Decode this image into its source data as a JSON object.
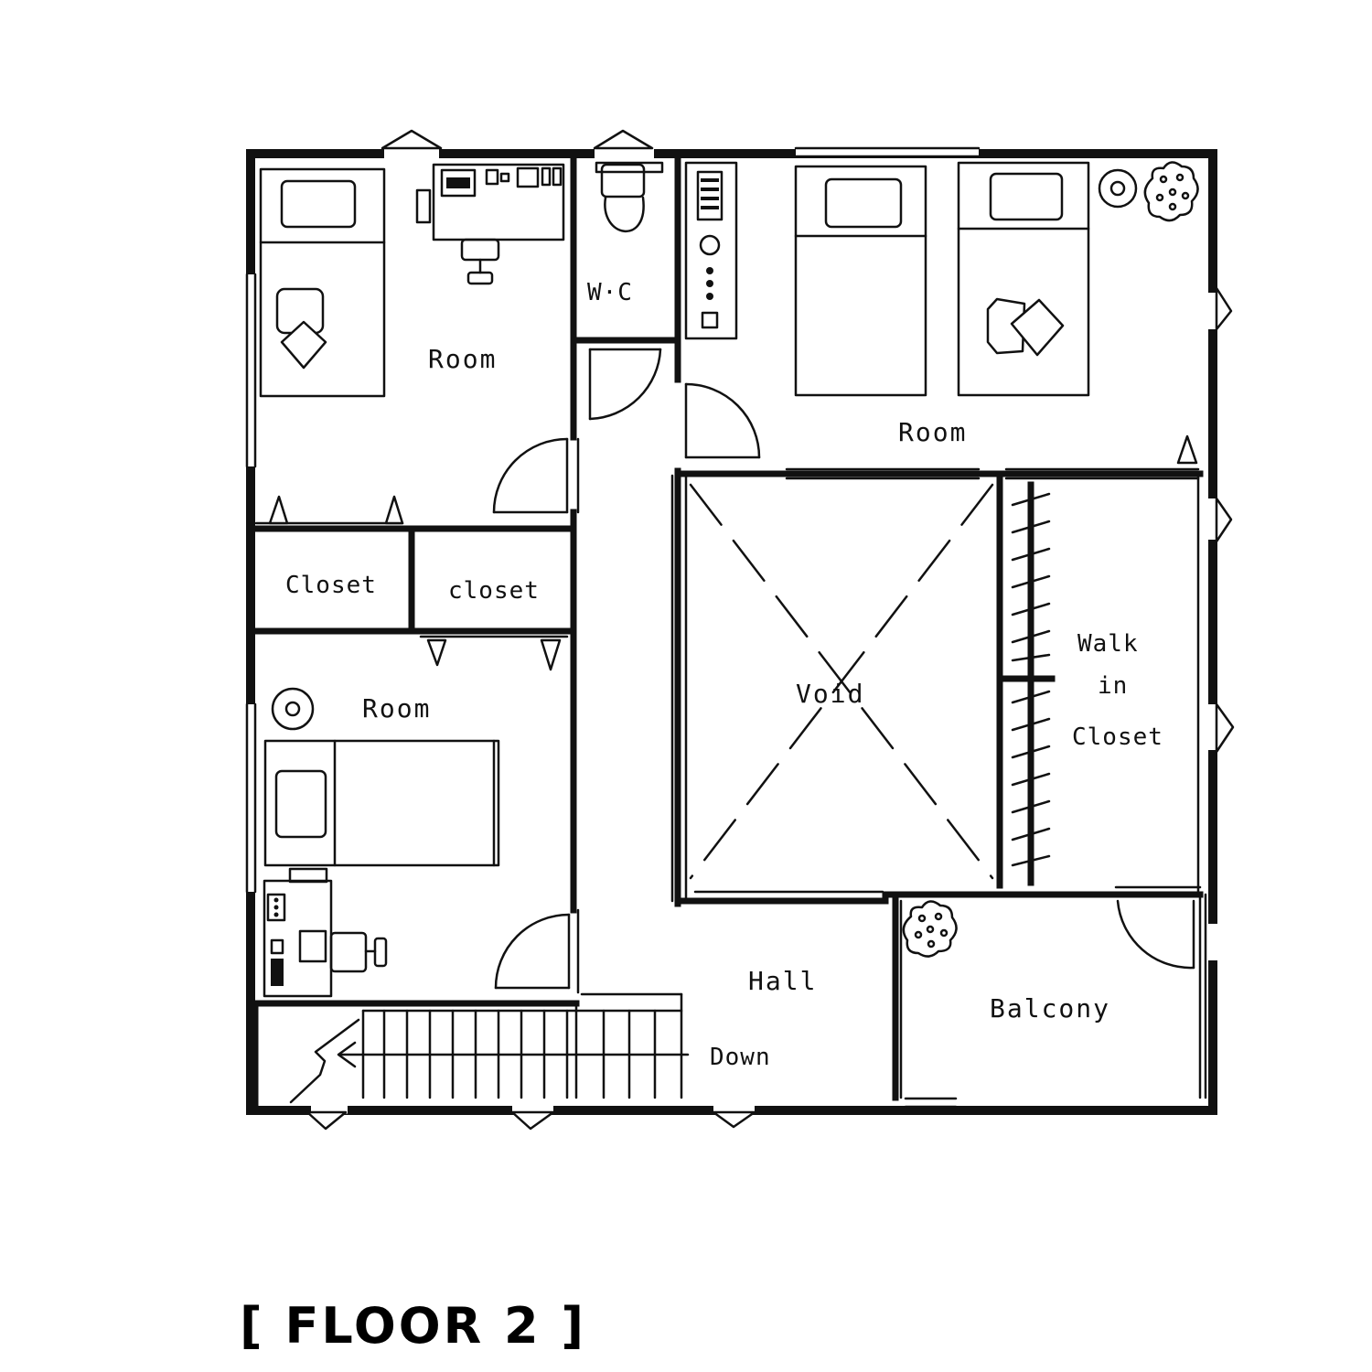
{
  "title": "[ FLOOR 2 ]",
  "rooms": {
    "bedroom_top_left": "Room",
    "wc": "W·C",
    "bedroom_top_right": "Room",
    "closet_left": "Closet",
    "closet_right": "closet",
    "bedroom_bottom_left": "Room",
    "void": "Void",
    "walk_in_closet": [
      "Walk",
      "in",
      "Closet"
    ],
    "hall": "Hall",
    "balcony": "Balcony",
    "stairs": "Down"
  }
}
